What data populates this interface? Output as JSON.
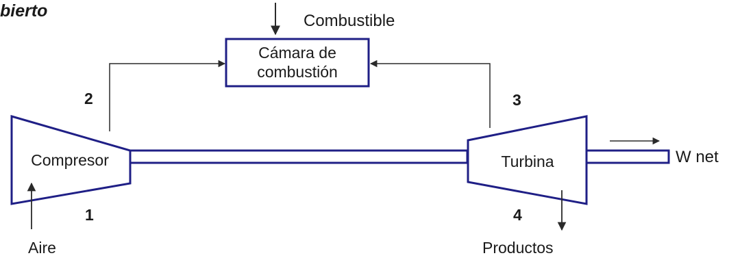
{
  "title": "bierto",
  "labels": {
    "fuel": "Combustible",
    "chamber_line1": "Cámara de",
    "chamber_line2": "combustión",
    "compressor": "Compresor",
    "turbine": "Turbina",
    "work": "W net",
    "air": "Aire",
    "products": "Productos"
  },
  "states": {
    "s1": "1",
    "s2": "2",
    "s3": "3",
    "s4": "4"
  },
  "colors": {
    "component_stroke": "#1f1f86",
    "line": "#2a2a2a",
    "text": "#1a1a1a"
  }
}
